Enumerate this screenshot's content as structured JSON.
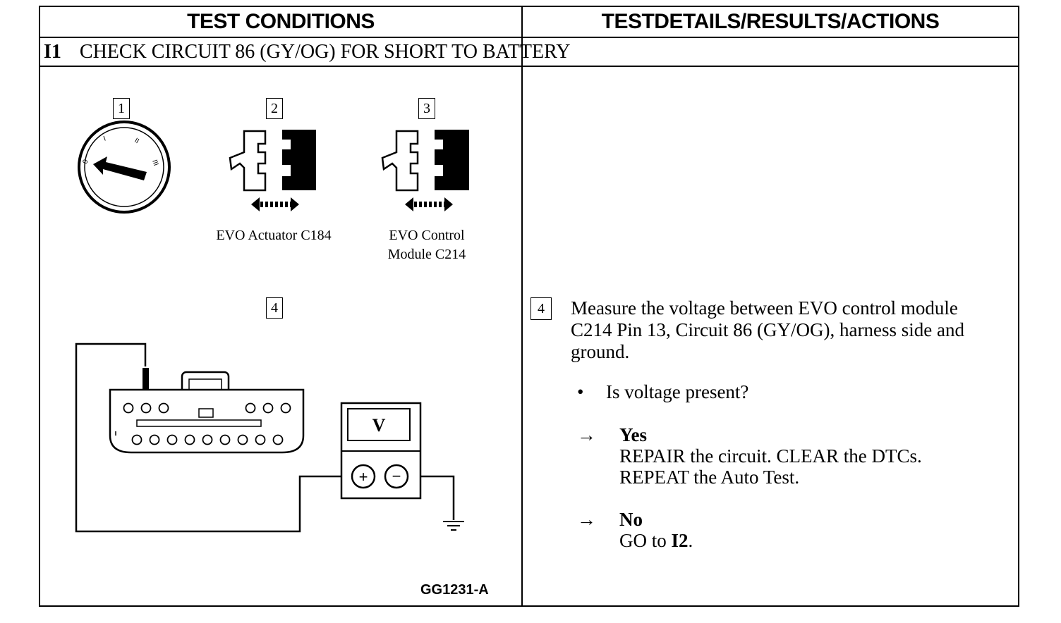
{
  "header": {
    "left": "TEST CONDITIONS",
    "right": "TESTDETAILS/RESULTS/ACTIONS"
  },
  "step": {
    "id": "I1",
    "title": "CHECK CIRCUIT 86 (GY/OG) FOR SHORT TO BATTERY"
  },
  "figure": {
    "boxes": [
      "1",
      "2",
      "3",
      "4"
    ],
    "caption_actuator": "EVO Actuator C184",
    "caption_module_line1": "EVO Control",
    "caption_module_line2": "Module C214",
    "meter_label": "V",
    "meter_plus": "+",
    "meter_minus": "−",
    "switch_labels": [
      "0",
      "I",
      "II",
      "III"
    ],
    "figure_id": "GG1231-A"
  },
  "details": {
    "step_box": "4",
    "instruction_line1": "Measure the voltage between EVO control module",
    "instruction_line2": "C214 Pin 13, Circuit 86 (GY/OG), harness side and",
    "instruction_line3": "ground.",
    "bullet": "•",
    "question": "Is voltage present?",
    "answers": [
      {
        "arrow": "→",
        "label": "Yes",
        "line1": "REPAIR the circuit. CLEAR the DTCs.",
        "line2": "REPEAT the Auto Test."
      },
      {
        "arrow": "→",
        "label": "No",
        "line1_prefix": "GO to ",
        "line1_ref": "I2",
        "line1_suffix": "."
      }
    ]
  }
}
